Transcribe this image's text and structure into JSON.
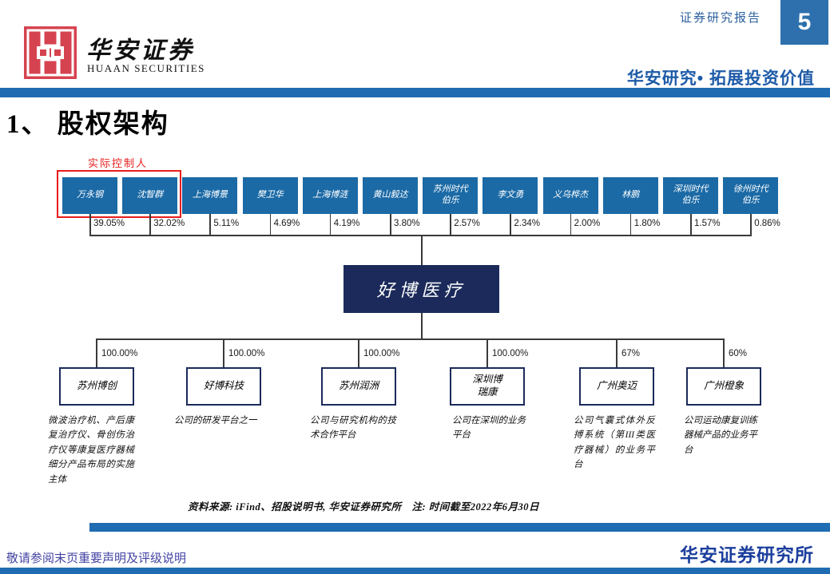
{
  "header": {
    "logo_cn": "华安证券",
    "logo_en": "HUAAN SECURITIES",
    "report_type": "证券研究报告",
    "page_number": "5",
    "slogan": "华安研究• 拓展投资价值"
  },
  "title": "1、 股权架构",
  "diagram": {
    "controller_label": "实际控制人",
    "company": "好博医疗",
    "shareholders": [
      {
        "name": "万永钢",
        "pct": "39.05%"
      },
      {
        "name": "沈智群",
        "pct": "32.02%"
      },
      {
        "name": "上海博景",
        "pct": "5.11%"
      },
      {
        "name": "樊卫华",
        "pct": "4.69%"
      },
      {
        "name": "上海博涟",
        "pct": "4.19%"
      },
      {
        "name": "黄山毅达",
        "pct": "3.80%"
      },
      {
        "name": "苏州时代\n伯乐",
        "pct": "2.57%"
      },
      {
        "name": "李文勇",
        "pct": "2.34%"
      },
      {
        "name": "义乌桦杰",
        "pct": "2.00%"
      },
      {
        "name": "林鹏",
        "pct": "1.80%"
      },
      {
        "name": "深圳时代\n伯乐",
        "pct": "1.57%"
      },
      {
        "name": "徐州时代\n伯乐",
        "pct": "0.86%"
      }
    ],
    "subsidiaries": [
      {
        "name": "苏州博创",
        "pct": "100.00%",
        "desc": "微波治疗机、产后康复治疗仪、骨创伤治疗仪等康复医疗器械细分产品布局的实施主体"
      },
      {
        "name": "好博科技",
        "pct": "100.00%",
        "desc": "公司的研发平台之一"
      },
      {
        "name": "苏州润洲",
        "pct": "100.00%",
        "desc": "公司与研究机构的技术合作平台"
      },
      {
        "name": "深圳博\n瑞康",
        "pct": "100.00%",
        "desc": "公司在深圳的业务平台"
      },
      {
        "name": "广州奥迈",
        "pct": "67%",
        "desc": "公司气囊式体外反搏系统（第III类医疗器械）的业务平台"
      },
      {
        "name": "广州橙象",
        "pct": "60%",
        "desc": "公司运动康复训练器械产品的业务平台"
      }
    ],
    "source_note": "资料来源: iFind、招股说明书, 华安证券研究所　注: 时间截至2022年6月30日"
  },
  "footer": {
    "disclaimer": "敬请参阅末页重要声明及评级说明",
    "institute": "华安证券研究所"
  },
  "colors": {
    "bar_blue": "#1f6cb2",
    "shareholder_blue": "#1b6aa6",
    "company_navy": "#1b2a5a",
    "accent_red": "#e81c1c",
    "logo_red": "#d64350",
    "slogan_blue": "#1e5ba8",
    "disclaimer_purple": "#4343a4",
    "institute_blue": "#1c3f9d"
  }
}
